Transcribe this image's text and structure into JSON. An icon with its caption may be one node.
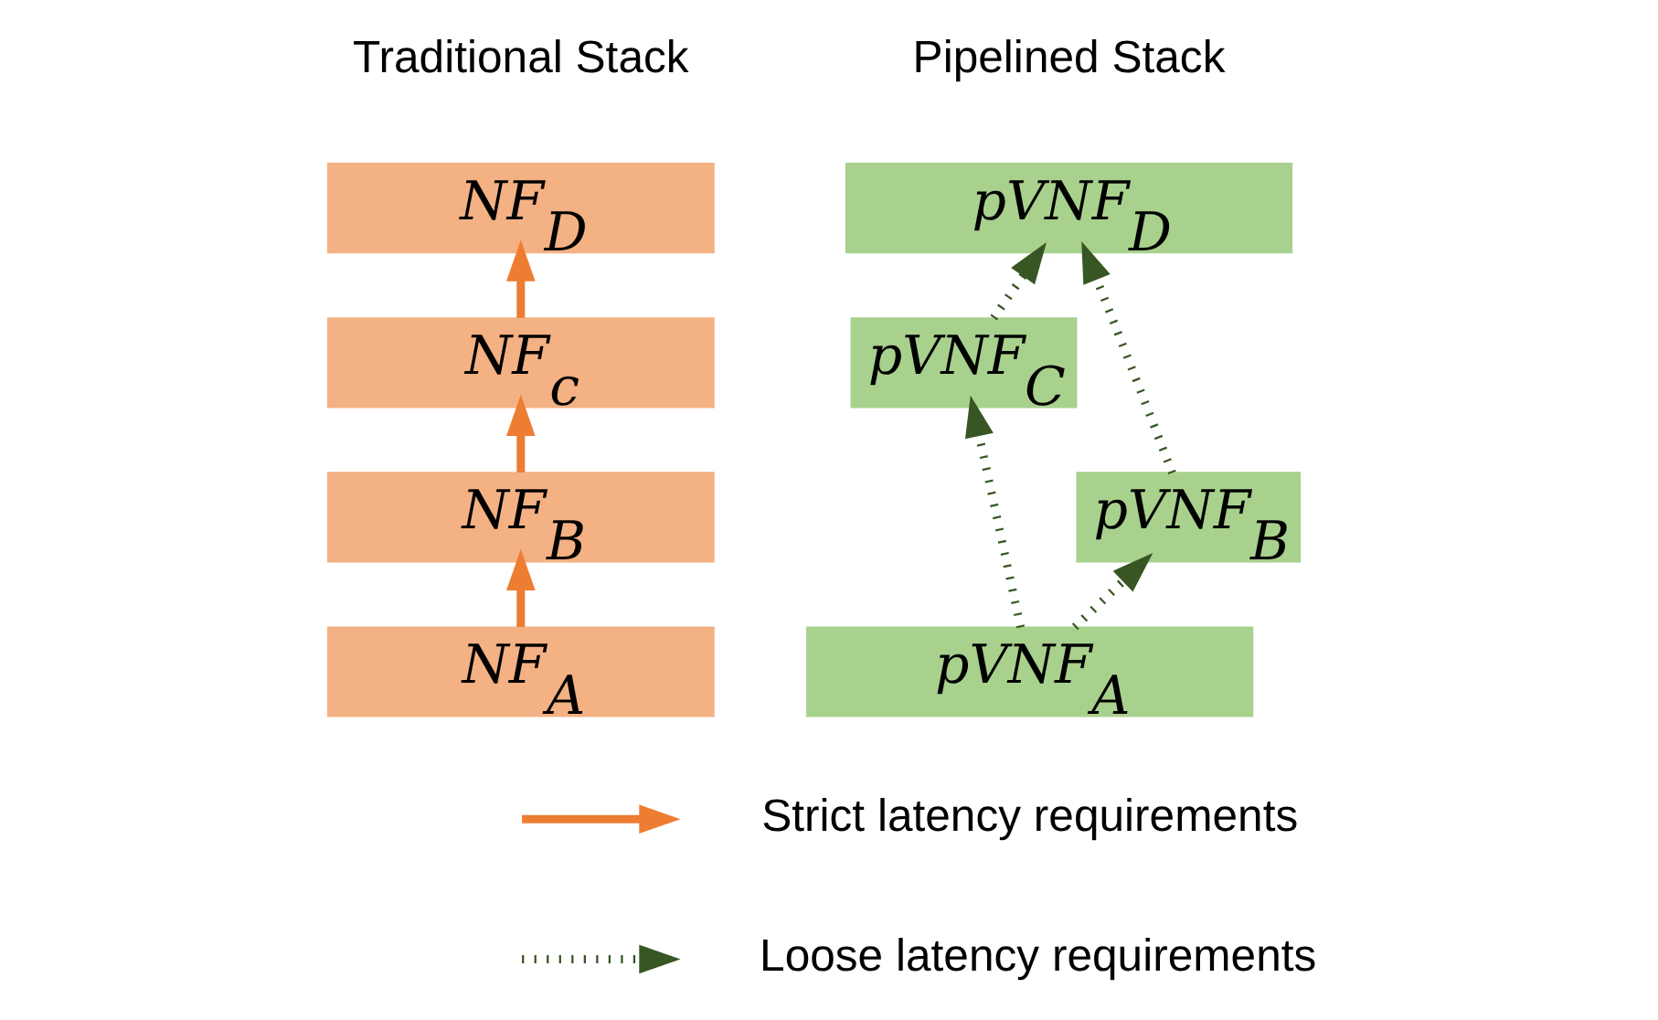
{
  "diagram": {
    "nodes": [
      {
        "text": [
          "NF$_{D}$"
        ]
      },
      {
        "text": [
          "NF$_{c}$"
        ]
      },
      {
        "text": [
          "NF$_{B}$"
        ]
      },
      {
        "text": [
          "NF$_{A}$"
        ]
      },
      {
        "text": [
          "pVNF$_{D}$"
        ]
      },
      {
        "text": [
          "pVNF$_{C}$"
        ]
      },
      {
        "text": [
          "pVNF$_{B}$"
        ]
      },
      {
        "text": [
          "pVNF$_{A}$"
        ]
      }
    ],
    "edges": [
      {
        "from": 3,
        "to": 2,
        "arrow": "to",
        "color": "#ed7d31"
      },
      {
        "from": 2,
        "to": 1,
        "arrow": "to",
        "color": "#ed7d31"
      },
      {
        "from": 1,
        "to": 0,
        "arrow": "to",
        "color": "#ed7d31"
      },
      {
        "from": 7,
        "to": 5,
        "arrow": "to",
        "style": "dashed"
      },
      {
        "from": 7,
        "to": 6,
        "arrow": "to",
        "style": "dashed"
      },
      {
        "from": 5,
        "to": 4,
        "arrow": "to",
        "style": "dashed"
      },
      {
        "from": 6,
        "to": 4,
        "arrow": "to",
        "style": "dashed"
      }
    ],
    "labels": [
      "Traditional Stack",
      "Pipelined Stack"
    ],
    "legend": [
      {
        "text": "Strict latency requirements"
      },
      {
        "text": "Loose latency requirements"
      }
    ]
  }
}
